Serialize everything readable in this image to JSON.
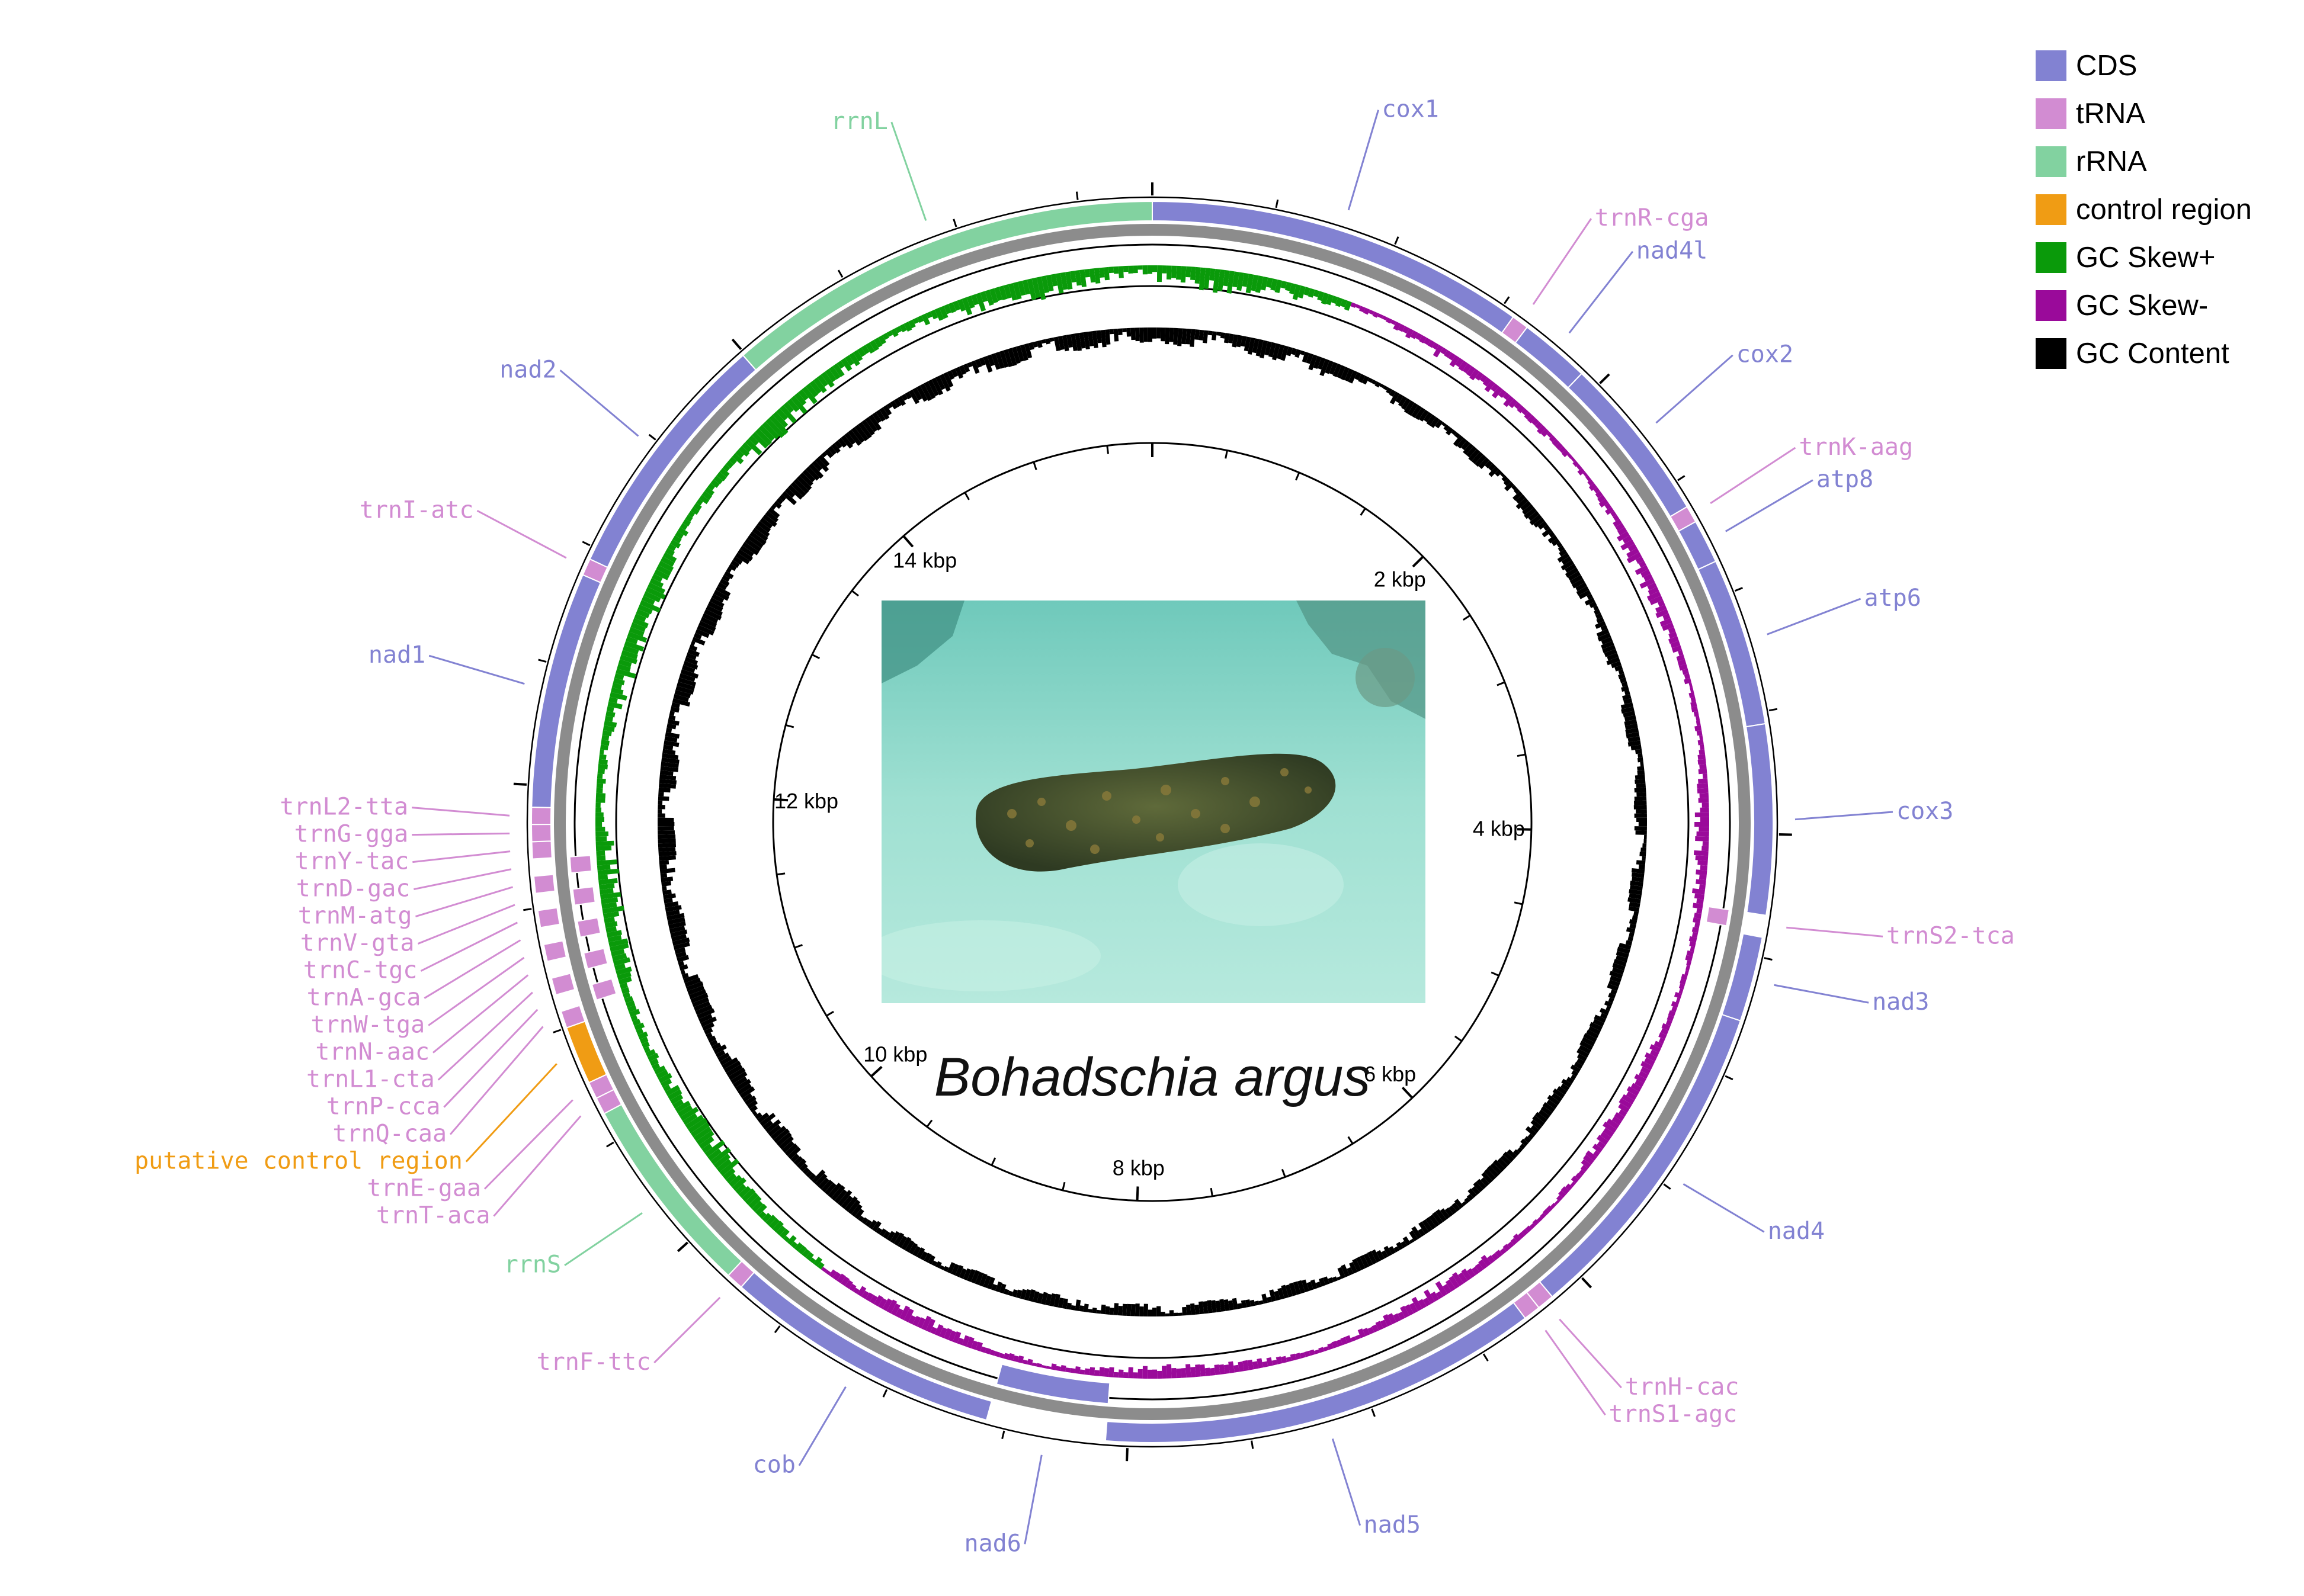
{
  "title": "Bohadschia argus",
  "genome_length": 15800,
  "colors": {
    "CDS": "#8282d2",
    "tRNA": "#d28cd2",
    "rRNA": "#82d2a0",
    "control": "#f09c14",
    "gc_skew_pos": "#0a9a0a",
    "gc_skew_neg": "#9a0a9a",
    "gc_content": "#000000",
    "backbone": "#8c8c8c"
  },
  "legend": [
    {
      "label": "CDS",
      "color": "#8282d2"
    },
    {
      "label": "tRNA",
      "color": "#d28cd2"
    },
    {
      "label": "rRNA",
      "color": "#82d2a0"
    },
    {
      "label": "control region",
      "color": "#f09c14"
    },
    {
      "label": "GC Skew+",
      "color": "#0a9a0a"
    },
    {
      "label": "GC Skew-",
      "color": "#9a0a9a"
    },
    {
      "label": "GC Content",
      "color": "#000000"
    }
  ],
  "kbp_labels": [
    "2 kbp",
    "4 kbp",
    "6 kbp",
    "8 kbp",
    "10 kbp",
    "12 kbp",
    "14 kbp"
  ],
  "features": [
    {
      "name": "cox1",
      "type": "CDS",
      "strand": "+",
      "start": 0,
      "end": 1560
    },
    {
      "name": "trnR-cga",
      "type": "tRNA",
      "strand": "+",
      "start": 1560,
      "end": 1630
    },
    {
      "name": "nad4l",
      "type": "CDS",
      "strand": "+",
      "start": 1630,
      "end": 1920
    },
    {
      "name": "cox2",
      "type": "CDS",
      "strand": "+",
      "start": 1920,
      "end": 2610
    },
    {
      "name": "trnK-aag",
      "type": "tRNA",
      "strand": "+",
      "start": 2610,
      "end": 2680
    },
    {
      "name": "atp8",
      "type": "CDS",
      "strand": "+",
      "start": 2680,
      "end": 2860
    },
    {
      "name": "atp6",
      "type": "CDS",
      "strand": "+",
      "start": 2860,
      "end": 3550
    },
    {
      "name": "cox3",
      "type": "CDS",
      "strand": "+",
      "start": 3550,
      "end": 4330
    },
    {
      "name": "trnS2-tca",
      "type": "tRNA",
      "strand": "-",
      "start": 4330,
      "end": 4400
    },
    {
      "name": "nad3",
      "type": "CDS",
      "strand": "+",
      "start": 4420,
      "end": 4770
    },
    {
      "name": "nad4",
      "type": "CDS",
      "strand": "+",
      "start": 4770,
      "end": 6140
    },
    {
      "name": "trnH-cac",
      "type": "tRNA",
      "strand": "+",
      "start": 6140,
      "end": 6210
    },
    {
      "name": "trnS1-agc",
      "type": "tRNA",
      "strand": "+",
      "start": 6210,
      "end": 6280
    },
    {
      "name": "nad5",
      "type": "CDS",
      "strand": "+",
      "start": 6280,
      "end": 8090
    },
    {
      "name": "nad6",
      "type": "CDS",
      "strand": "-",
      "start": 8090,
      "end": 8580
    },
    {
      "name": "cob",
      "type": "CDS",
      "strand": "+",
      "start": 8580,
      "end": 9720
    },
    {
      "name": "trnF-ttc",
      "type": "tRNA",
      "strand": "+",
      "start": 9720,
      "end": 9790
    },
    {
      "name": "rrnS",
      "type": "rRNA",
      "strand": "+",
      "start": 9790,
      "end": 10620
    },
    {
      "name": "trnT-aca",
      "type": "tRNA",
      "strand": "+",
      "start": 10620,
      "end": 10690
    },
    {
      "name": "trnE-gaa",
      "type": "tRNA",
      "strand": "+",
      "start": 10690,
      "end": 10760
    },
    {
      "name": "putative control region",
      "type": "control",
      "strand": "+",
      "start": 10760,
      "end": 11000
    },
    {
      "name": "trnQ-caa",
      "type": "tRNA",
      "strand": "+",
      "start": 11000,
      "end": 11070
    },
    {
      "name": "trnP-cca",
      "type": "tRNA",
      "strand": "-",
      "start": 11070,
      "end": 11140
    },
    {
      "name": "trnL1-cta",
      "type": "tRNA",
      "strand": "+",
      "start": 11140,
      "end": 11210
    },
    {
      "name": "trnN-aac",
      "type": "tRNA",
      "strand": "-",
      "start": 11210,
      "end": 11280
    },
    {
      "name": "trnW-tga",
      "type": "tRNA",
      "strand": "+",
      "start": 11280,
      "end": 11350
    },
    {
      "name": "trnA-gca",
      "type": "tRNA",
      "strand": "-",
      "start": 11350,
      "end": 11420
    },
    {
      "name": "trnC-tgc",
      "type": "tRNA",
      "strand": "+",
      "start": 11420,
      "end": 11490
    },
    {
      "name": "trnV-gta",
      "type": "tRNA",
      "strand": "-",
      "start": 11490,
      "end": 11560
    },
    {
      "name": "trnM-atg",
      "type": "tRNA",
      "strand": "+",
      "start": 11560,
      "end": 11630
    },
    {
      "name": "trnD-gac",
      "type": "tRNA",
      "strand": "-",
      "start": 11630,
      "end": 11700
    },
    {
      "name": "trnY-tac",
      "type": "tRNA",
      "strand": "+",
      "start": 11700,
      "end": 11770
    },
    {
      "name": "trnG-gga",
      "type": "tRNA",
      "strand": "+",
      "start": 11770,
      "end": 11840
    },
    {
      "name": "trnL2-tta",
      "type": "tRNA",
      "strand": "+",
      "start": 11840,
      "end": 11910
    },
    {
      "name": "nad1",
      "type": "CDS",
      "strand": "+",
      "start": 11910,
      "end": 12880
    },
    {
      "name": "trnI-atc",
      "type": "tRNA",
      "strand": "+",
      "start": 12880,
      "end": 12950
    },
    {
      "name": "nad2",
      "type": "CDS",
      "strand": "+",
      "start": 12950,
      "end": 13990
    },
    {
      "name": "rrnL",
      "type": "rRNA",
      "strand": "+",
      "start": 13990,
      "end": 15800
    }
  ]
}
